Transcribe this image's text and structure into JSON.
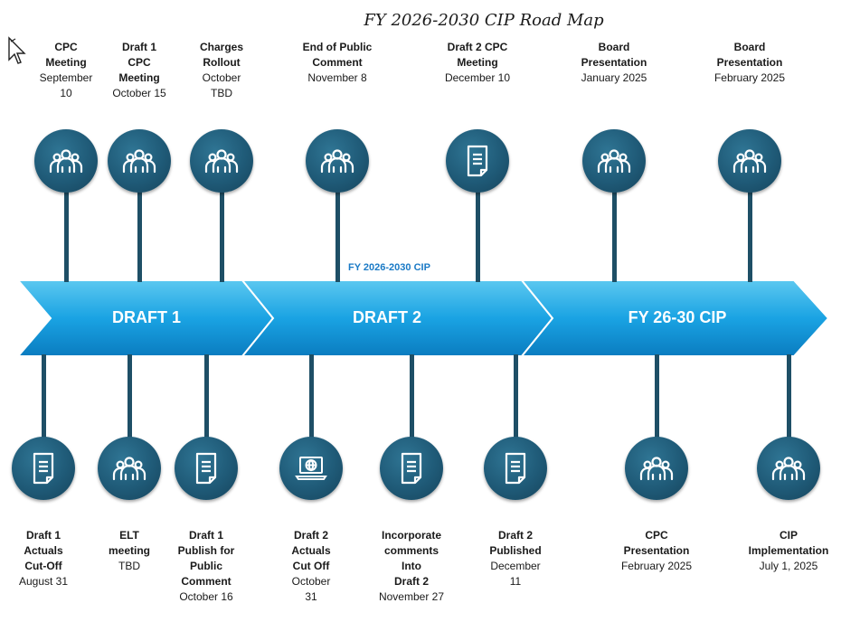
{
  "title": "FY 2026-2030 CIP Road Map",
  "center_label": "FY 2026-2030 CIP",
  "stages": [
    "DRAFT 1",
    "DRAFT 2",
    "FY 26-30 CIP"
  ],
  "top": [
    {
      "bold": [
        "CPC",
        "Meeting"
      ],
      "plain": [
        "September",
        "10"
      ],
      "icon": "people-icon"
    },
    {
      "bold": [
        "Draft 1",
        "CPC",
        "Meeting"
      ],
      "plain": [
        "October 15"
      ],
      "icon": "people-icon"
    },
    {
      "bold": [
        "Charges",
        "Rollout"
      ],
      "plain": [
        "October",
        "TBD"
      ],
      "icon": "people-icon"
    },
    {
      "bold": [
        "End of Public",
        "Comment"
      ],
      "plain": [
        "November 8"
      ],
      "icon": "people-icon"
    },
    {
      "bold": [
        "Draft 2 CPC",
        "Meeting"
      ],
      "plain": [
        "December 10"
      ],
      "icon": "document-icon"
    },
    {
      "bold": [
        "Board",
        "Presentation"
      ],
      "plain": [
        "January 2025"
      ],
      "icon": "people-icon"
    },
    {
      "bold": [
        "Board",
        "Presentation"
      ],
      "plain": [
        "February 2025"
      ],
      "icon": "people-icon"
    }
  ],
  "bottom": [
    {
      "bold": [
        "Draft 1",
        "Actuals",
        "Cut-Off"
      ],
      "plain": [
        "August 31"
      ],
      "icon": "document-icon"
    },
    {
      "bold": [
        "ELT",
        "meeting"
      ],
      "plain": [
        "TBD"
      ],
      "icon": "people-icon"
    },
    {
      "bold": [
        "Draft 1",
        "Publish for",
        "Public",
        "Comment"
      ],
      "plain": [
        "October 16"
      ],
      "icon": "document-icon"
    },
    {
      "bold": [
        "Draft 2",
        "Actuals",
        "Cut Off"
      ],
      "plain": [
        "October",
        "31"
      ],
      "icon": "laptop-globe-icon"
    },
    {
      "bold": [
        "Incorporate",
        "comments",
        "Into",
        "Draft 2"
      ],
      "plain": [
        "November 27"
      ],
      "icon": "document-icon"
    },
    {
      "bold": [
        "Draft 2",
        "Published"
      ],
      "plain": [
        "December",
        "11"
      ],
      "icon": "document-icon"
    },
    {
      "bold": [
        "CPC",
        "Presentation"
      ],
      "plain": [
        "February 2025"
      ],
      "icon": "people-icon"
    },
    {
      "bold": [
        "CIP",
        "Implementation"
      ],
      "plain": [
        "July 1, 2025"
      ],
      "icon": "people-icon"
    }
  ]
}
